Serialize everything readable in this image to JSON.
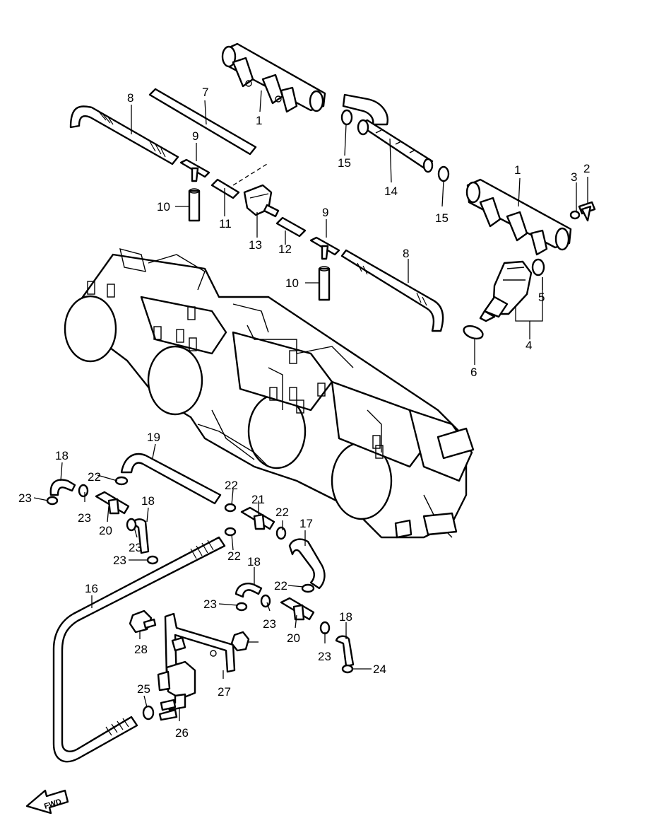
{
  "callouts": [
    "1",
    "1",
    "2",
    "3",
    "4",
    "5",
    "6",
    "7",
    "8",
    "8",
    "9",
    "9",
    "10",
    "10",
    "11",
    "12",
    "13",
    "14",
    "15",
    "15",
    "16",
    "17",
    "18",
    "18",
    "18",
    "18",
    "19",
    "20",
    "20",
    "21",
    "22",
    "22",
    "22",
    "22",
    "22",
    "23",
    "23",
    "23",
    "23",
    "23",
    "23",
    "23",
    "24",
    "25",
    "26",
    "27",
    "28"
  ],
  "fwd_label": "FWD"
}
